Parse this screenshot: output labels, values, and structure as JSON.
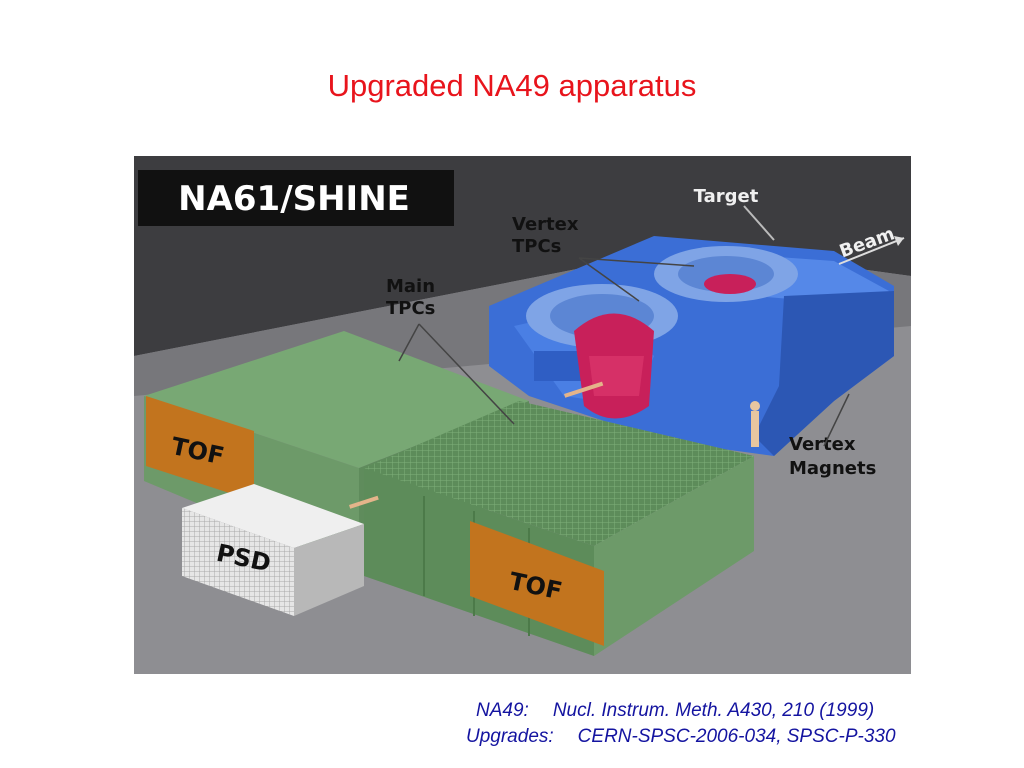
{
  "title": "Upgraded NA49 apparatus",
  "figure": {
    "banner": "NA61/SHINE",
    "labels": {
      "target": "Target",
      "beam": "Beam",
      "vertex_tpcs": [
        "Vertex",
        "TPCs"
      ],
      "main_tpcs": [
        "Main",
        "TPCs"
      ],
      "vertex_magnets": [
        "Vertex",
        "Magnets"
      ],
      "tof_left": "TOF",
      "tof_right": "TOF",
      "psd": "PSD"
    },
    "colors": {
      "background_top": "#3c3c3e",
      "floor": "#8f8f93",
      "magnet_blue": "#3a6fd8",
      "tpc_green": "#6f9e6a",
      "tof_orange": "#c2741e",
      "psd_grey": "#d8d8d8",
      "core_magenta": "#c8205a"
    }
  },
  "references": [
    {
      "key": "NA49:",
      "value": "Nucl. Instrum. Meth. A430, 210 (1999)"
    },
    {
      "key": "Upgrades:",
      "value": "CERN-SPSC-2006-034, SPSC-P-330"
    }
  ]
}
